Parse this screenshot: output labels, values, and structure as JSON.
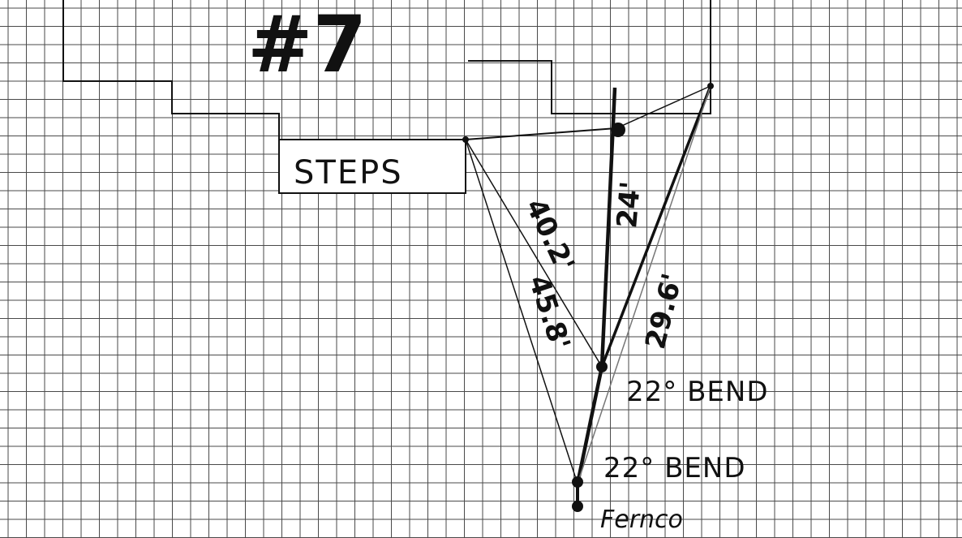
{
  "title": "#7",
  "labels": {
    "steps": "STEPS",
    "dim_top": "24'",
    "dim_diag_a": "40.2'",
    "dim_diag_b": "45.8'",
    "dim_right": "29.6'",
    "bend_upper": "22° BEND",
    "bend_lower": "22° BEND",
    "fitting": "Fernco"
  },
  "colors": {
    "grid": "#4a4a4a",
    "ink": "#111111",
    "paper": "#ffffff"
  }
}
